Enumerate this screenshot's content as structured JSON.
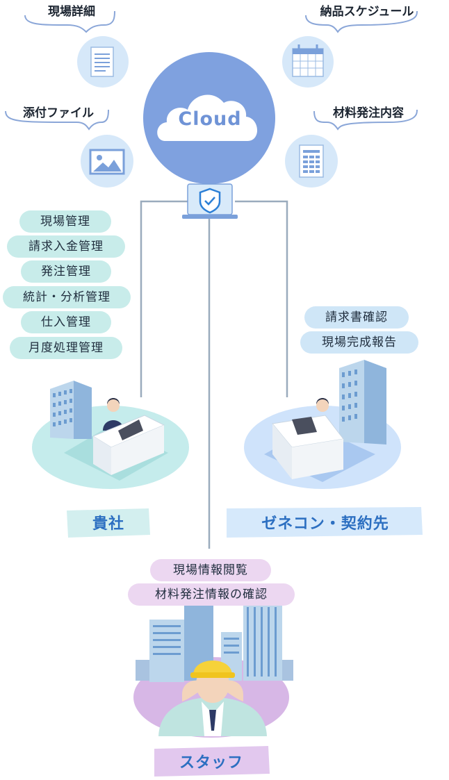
{
  "cloud": {
    "label": "Cloud"
  },
  "top_labels": {
    "site_details": "現場詳細",
    "delivery_schedule": "納品スケジュール",
    "attachments": "添付ファイル",
    "material_order": "材料発注内容"
  },
  "company": {
    "label": "貴社",
    "features": [
      "現場管理",
      "請求入金管理",
      "発注管理",
      "統計・分析管理",
      "仕入管理",
      "月度処理管理"
    ]
  },
  "contractor": {
    "label": "ゼネコン・契約先",
    "features": [
      "請求書確認",
      "現場完成報告"
    ]
  },
  "staff": {
    "label": "スタッフ",
    "features": [
      "現場情報閲覧",
      "材料発注情報の確認"
    ]
  },
  "colors": {
    "cloud_circle": "#7fa1df",
    "label_blue": "#2c6fc1",
    "mint": "#c8ecea",
    "light_blue": "#cfe6f7",
    "lavender": "#ecd7f1"
  },
  "icons": [
    "document-icon",
    "calendar-icon",
    "image-icon",
    "spreadsheet-icon",
    "shield-check-icon",
    "cloud-icon",
    "building-icon",
    "office-worker-icon",
    "construction-worker-icon"
  ]
}
